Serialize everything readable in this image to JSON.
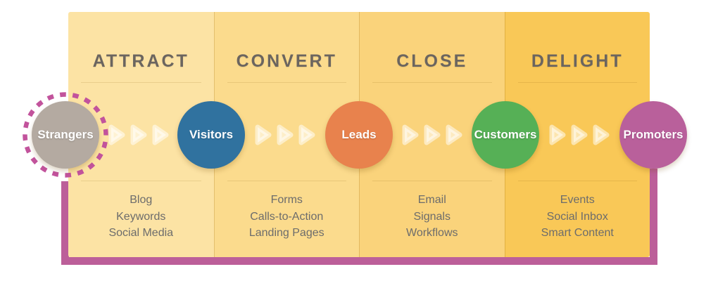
{
  "funnel": {
    "frame_color": "#bc5f99",
    "ring_color": "#c2539c",
    "arrow_color": "rgba(255,255,255,0.52)",
    "stages": [
      {
        "label": "ATTRACT",
        "bg": "#fce3a4",
        "tools": [
          "Blog",
          "Keywords",
          "Social Media"
        ]
      },
      {
        "label": "CONVERT",
        "bg": "#fbdb8d",
        "tools": [
          "Forms",
          "Calls-to-Action",
          "Landing Pages"
        ]
      },
      {
        "label": "CLOSE",
        "bg": "#fad37b",
        "tools": [
          "Email",
          "Signals",
          "Workflows"
        ]
      },
      {
        "label": "DELIGHT",
        "bg": "#f9c857",
        "tools": [
          "Events",
          "Social Inbox",
          "Smart Content"
        ]
      }
    ],
    "personas": [
      {
        "label": "Strangers",
        "color": "#b4aaa1",
        "dashed_ring": true
      },
      {
        "label": "Visitors",
        "color": "#30729f"
      },
      {
        "label": "Leads",
        "color": "#e8824d"
      },
      {
        "label": "Customers",
        "color": "#56b056"
      },
      {
        "label": "Promoters",
        "color": "#b9609b"
      }
    ]
  }
}
